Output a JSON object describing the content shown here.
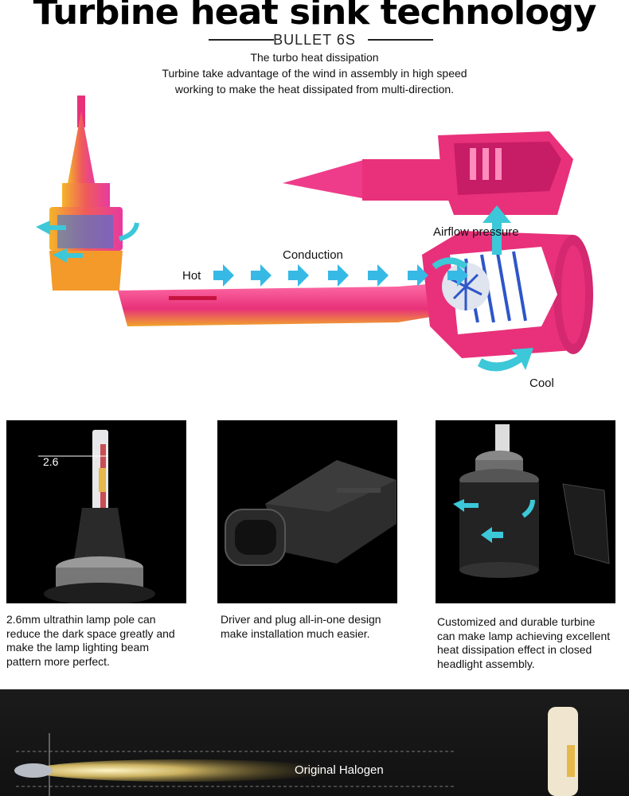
{
  "header": {
    "title": "Turbine heat sink technology",
    "subtitle": "BULLET 6S",
    "intro_lines": [
      "The turbo heat dissipation",
      "Turbine take advantage of the wind in assembly in high speed",
      "working to make the heat dissipated from multi-direction."
    ]
  },
  "diagram": {
    "labels": {
      "hot": "Hot",
      "conduction": "Conduction",
      "airflow": "Airflow pressure",
      "cool": "Cool"
    },
    "colors": {
      "magenta": "#e8317a",
      "orange": "#f39a2a",
      "cyan": "#3cc8d8",
      "blue": "#2d56c8"
    }
  },
  "features": [
    {
      "measure": "2.6",
      "caption_lines": [
        "2.6mm ultrathin lamp pole can",
        "reduce the dark space greatly and",
        "make the lamp lighting beam",
        "pattern more perfect."
      ]
    },
    {
      "caption_lines": [
        "Driver and plug all-in-one design",
        "make installation much easier."
      ]
    },
    {
      "caption_lines": [
        "Customized and durable turbine",
        "can make lamp achieving excellent",
        "heat dissipation effect in closed",
        "headlight assembly."
      ]
    }
  ],
  "beam_comparison": {
    "label": "Original Halogen"
  }
}
